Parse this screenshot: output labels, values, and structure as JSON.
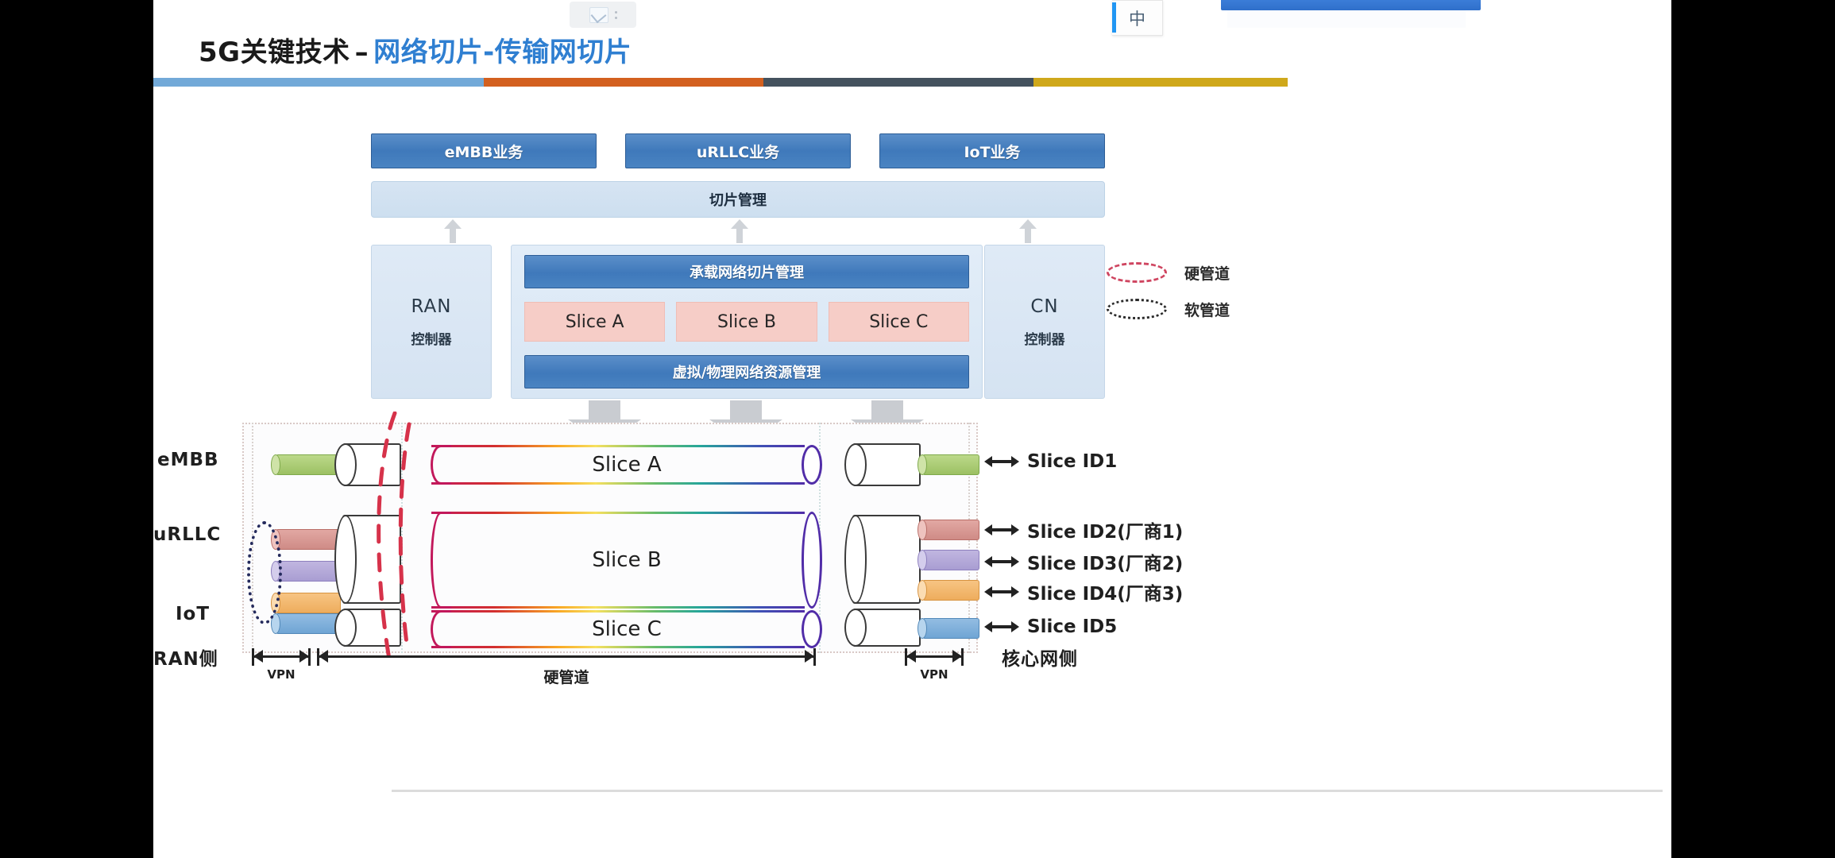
{
  "window": {
    "ime_indicator": "中"
  },
  "slide": {
    "title_prefix": "5G关键技术",
    "title_dash": "–",
    "title_suffix": "网络切片-传输网切片",
    "rule_colors": [
      "#72a9d8",
      "#d3601f",
      "#44525e",
      "#cfa81b"
    ]
  },
  "diagram": {
    "services": [
      {
        "label": "eMBB业务"
      },
      {
        "label": "uRLLC业务"
      },
      {
        "label": "IoT业务"
      }
    ],
    "slice_management": "切片管理",
    "ran_controller": {
      "name": "RAN",
      "sub": "控制器"
    },
    "cn_controller": {
      "name": "CN",
      "sub": "控制器"
    },
    "bearer": {
      "top_bar": "承载网络切片管理",
      "bottom_bar": "虚拟/物理网络资源管理",
      "slices": [
        "Slice A",
        "Slice B",
        "Slice C"
      ]
    },
    "legend": [
      {
        "label": "硬管道",
        "style": "dashed",
        "color": "#cf4560"
      },
      {
        "label": "软管道",
        "style": "dotted",
        "color": "#2a2a2a"
      }
    ],
    "row_labels": {
      "embb": "eMBB",
      "urllc": "uRLLC",
      "iot": "IoT",
      "ran_side": "RAN侧",
      "core_side": "核心网侧"
    },
    "tubes": [
      {
        "label": "Slice A"
      },
      {
        "label": "Slice B"
      },
      {
        "label": "Slice C"
      }
    ],
    "slice_ids": [
      {
        "label": "Slice ID1",
        "color": "#9cc063"
      },
      {
        "label": "Slice ID2(厂商1)",
        "color": "#cf8b86"
      },
      {
        "label": "Slice ID3(厂商2)",
        "color": "#a99dd2"
      },
      {
        "label": "Slice ID4(厂商3)",
        "color": "#eead5d"
      },
      {
        "label": "Slice ID5",
        "color": "#6fa5d4"
      }
    ],
    "rulers": {
      "vpn_left": "VPN",
      "hard_pipe": "硬管道",
      "vpn_right": "VPN"
    }
  }
}
